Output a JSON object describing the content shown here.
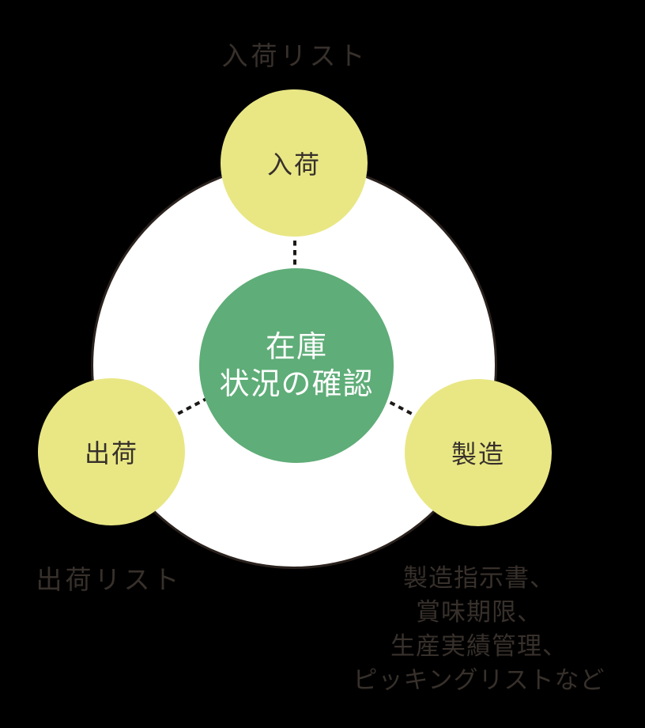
{
  "diagram": {
    "center": {
      "line1": "在庫",
      "line2": "状況の確認"
    },
    "nodes": {
      "receiving": {
        "label": "入荷",
        "annotation": "入荷リスト"
      },
      "shipping": {
        "label": "出荷",
        "annotation": "出荷リスト"
      },
      "manufacturing": {
        "label": "製造",
        "annotation_lines": [
          "製造指示書、",
          "賞味期限、",
          "生産実績管理、",
          "ピッキングリストなど"
        ]
      }
    },
    "colors": {
      "background": "#000000",
      "ring_fill": "#ffffff",
      "ring_stroke": "#2b221e",
      "node_fill": "#e9e784",
      "center_fill": "#5fad78",
      "center_text": "#ffffff",
      "dark_text": "#37302b",
      "dash": "#1c1917"
    }
  }
}
